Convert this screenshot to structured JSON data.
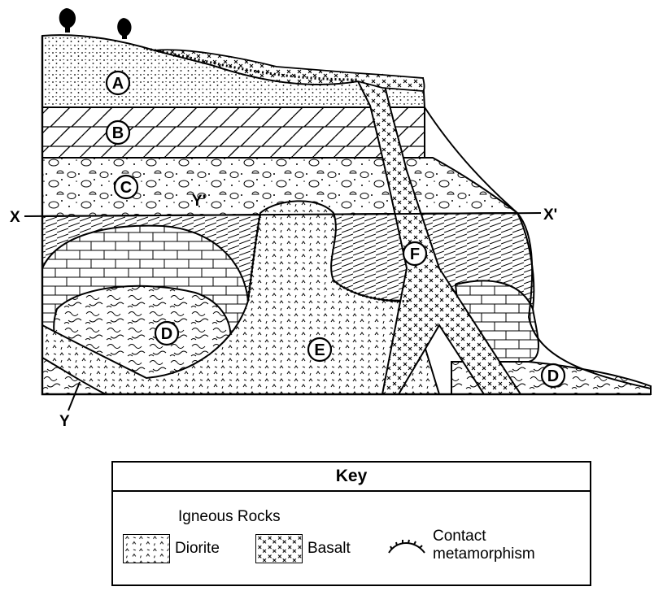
{
  "diagram": {
    "regions": [
      {
        "id": "A",
        "label": "A"
      },
      {
        "id": "B",
        "label": "B"
      },
      {
        "id": "C",
        "label": "C"
      },
      {
        "id": "D1",
        "label": "D"
      },
      {
        "id": "D2",
        "label": "D"
      },
      {
        "id": "E",
        "label": "E"
      },
      {
        "id": "F",
        "label": "F"
      }
    ],
    "markers": {
      "x": "X",
      "x_prime": "X'",
      "y": "Y",
      "y_prime": "Y'"
    }
  },
  "key": {
    "title": "Key",
    "subtitle": "Igneous Rocks",
    "items": [
      {
        "label": "Diorite",
        "icon": "diorite-swatch-icon"
      },
      {
        "label": "Basalt",
        "icon": "basalt-swatch-icon"
      }
    ],
    "contact_label_line1": "Contact",
    "contact_label_line2": "metamorphism",
    "contact_icon": "contact-metamorphism-icon"
  }
}
